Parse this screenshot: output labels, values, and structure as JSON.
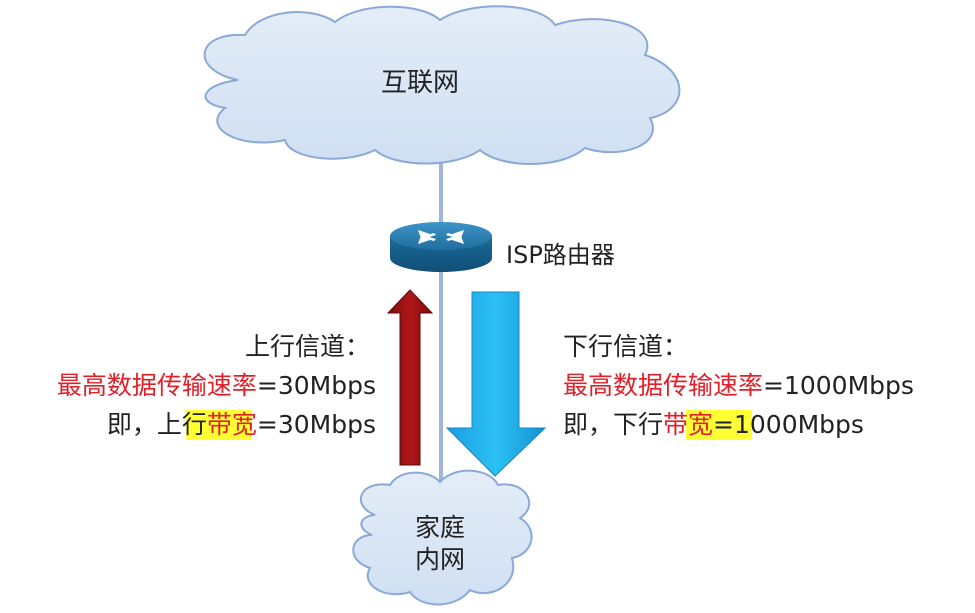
{
  "internet": {
    "label": "互联网"
  },
  "router": {
    "label": "ISP路由器"
  },
  "home": {
    "line1": "家庭",
    "line2": "内网"
  },
  "uplink": {
    "title": "上行信道：",
    "rate_label": "最高数据传输速率",
    "rate_value": "=30Mbps",
    "bw_prefix": "即，上行",
    "bw_label": "带宽",
    "bw_value": "=30Mbps"
  },
  "downlink": {
    "title": "下行信道：",
    "rate_label": "最高数据传输速率",
    "rate_value": "=1000Mbps",
    "bw_prefix": "即，下行",
    "bw_label": "带宽",
    "bw_value": "=1000Mbps"
  },
  "colors": {
    "cloud_fill": "#dbe7f5",
    "cloud_stroke": "#8aa9d6",
    "router_body": "#1f74a8",
    "uplink_arrow": "#a10c10",
    "downlink_arrow": "#19a8e4",
    "highlight_red": "#e2202a",
    "highlight_yellow": "#ffff33",
    "link_line": "#9fb6d8"
  },
  "icons": {
    "router": "router-icon",
    "cloud": "cloud-icon"
  }
}
